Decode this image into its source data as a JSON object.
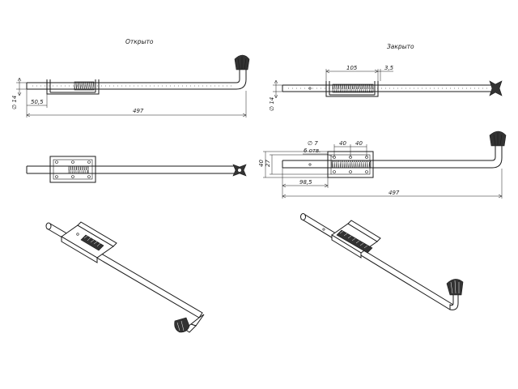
{
  "views": {
    "open": {
      "title": "Открыто",
      "diameter": "∅ 14",
      "offset": "50,5",
      "length": "497"
    },
    "closed": {
      "title": "Закрыто",
      "diameter": "∅ 14",
      "housing_length": "105",
      "gap": "3,5"
    },
    "front": {
      "hole_diameter": "∅ 7",
      "hole_count": "6 отв.",
      "height_outer": "40",
      "height_inner": "27",
      "hole_pitch_1": "40",
      "hole_pitch_2": "40",
      "offset": "98,5",
      "length": "497"
    }
  }
}
